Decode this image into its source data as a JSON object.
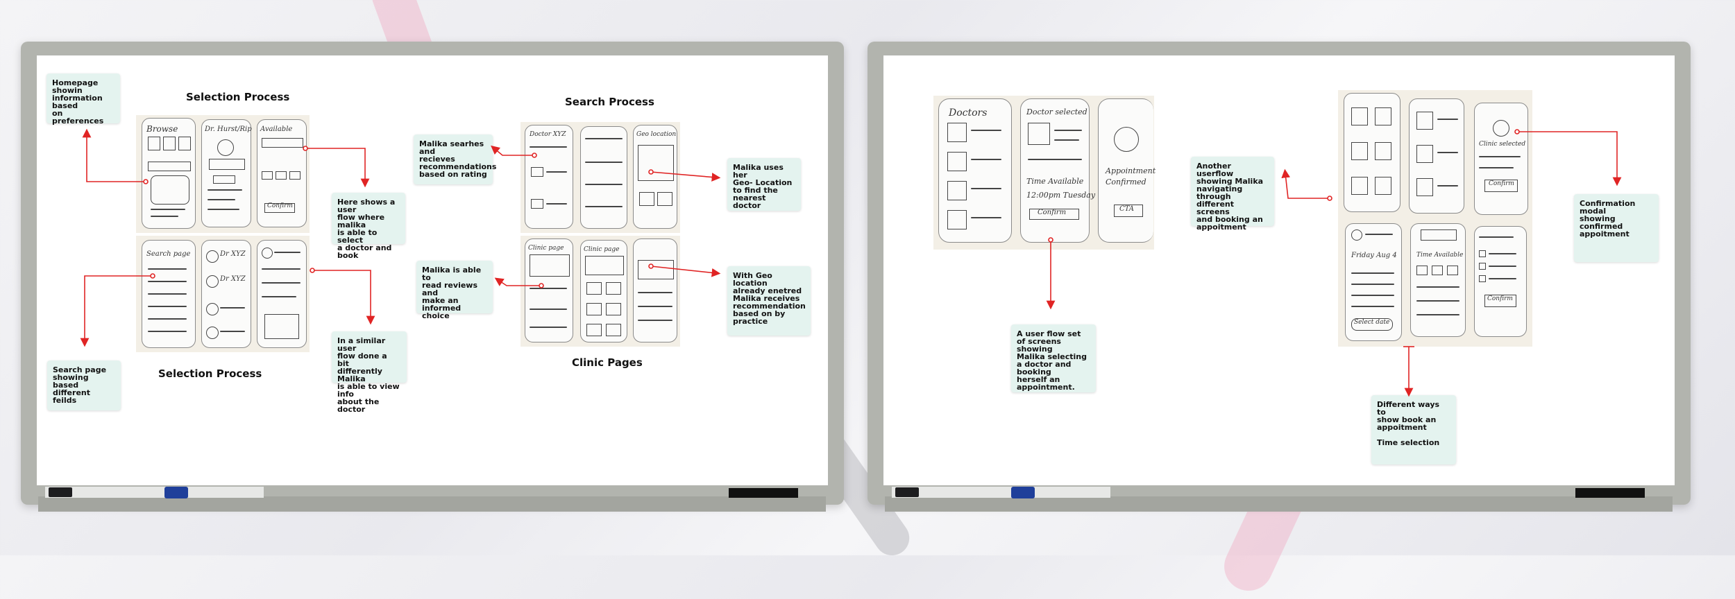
{
  "left_board": {
    "headings": {
      "selection_top": "Selection Process",
      "selection_bottom": "Selection Process",
      "search": "Search Process",
      "clinic": "Clinic Pages"
    },
    "notes": {
      "homepage": "Homepage showin\ninformation based\non preferences",
      "select_doctor": "Here shows a user\nflow where malika\nis able to select\na doctor and book",
      "search_page": "Search page\nshowing based\ndifferent feilds",
      "similar_flow": "In a similar user\nflow done a bit\ndifferently Malika\nis able to view info\nabout the doctor",
      "rating": "Malika searhes and\nrecieves\nrecommendations\nbased on rating",
      "geo": "Malika uses her\nGeo- Location\nto find the\nnearest doctor",
      "reviews": "Malika is able to\nread reviews and\nmake an informed\nchoice",
      "geo_recommend": "With Geo location\nalready enetred\nMalika receives\nrecommendation\nbased on by\npractice"
    },
    "sketch_text": {
      "browse": "Browse",
      "doctor": "Dr. Hurst/Rip",
      "available": "Available",
      "confirm": "Confirm",
      "search_page": "Search page",
      "dr_xyz_1": "Dr XYZ",
      "dr_xyz_2": "Dr XYZ",
      "doctor_xyz": "Doctor XYZ",
      "geo_location": "Geo location",
      "clinic_page": "Clinic page",
      "clinic_page_2": "Clinic page"
    }
  },
  "right_board": {
    "notes": {
      "user_flow": "A user flow set\nof screens showing\nMalika selecting\na doctor and booking\nherself an\nappointment.",
      "another_flow": "Another userflow\nshowing Malika\nnavigating through\ndifferent screens\nand booking an\nappoitment",
      "confirmation": "Confirmation modal\nshowing confirmed\nappoitment",
      "different_ways": "Different ways to\nshow book an\nappoitment\n\nTime selection"
    },
    "sketch_text": {
      "doctors": "Doctors",
      "doctor_selected": "Doctor selected",
      "time_available": "Time Available",
      "time_slot": "12:00pm Tuesday",
      "confirm": "Confirm",
      "appointment_confirmed": "Appointment Confirmed",
      "cta": "CTA",
      "clinic_selected": "Clinic selected",
      "confirm_2": "Confirm",
      "friday": "Friday   Aug 4",
      "select_date": "Select date",
      "time_available_2": "Time Available",
      "confirm_3": "Confirm"
    }
  },
  "colors": {
    "arrow": "#e02424",
    "note_bg": "#e4f3ef",
    "frame": "#b2b4ae"
  }
}
